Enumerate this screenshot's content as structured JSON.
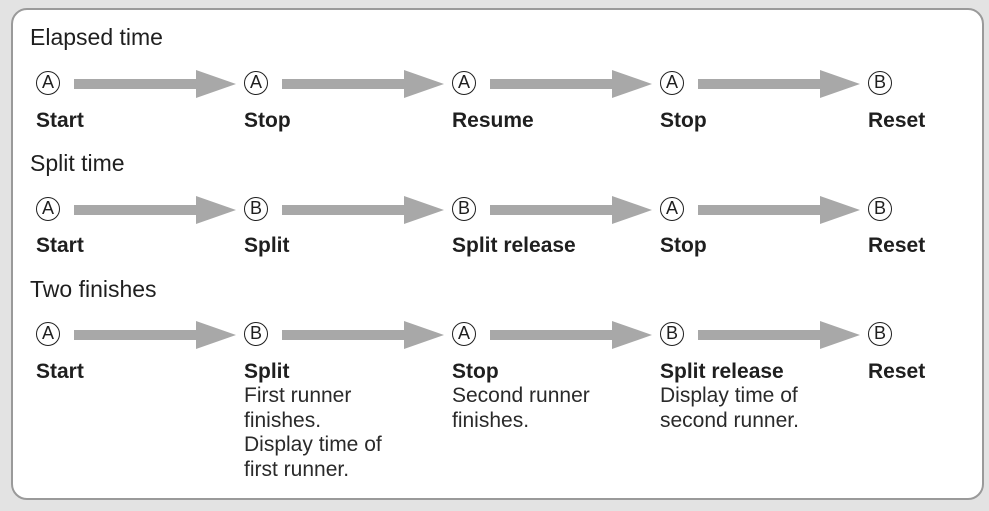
{
  "sections": [
    {
      "title": "Elapsed time",
      "steps": [
        {
          "button": "A",
          "label": "Start"
        },
        {
          "button": "A",
          "label": "Stop"
        },
        {
          "button": "A",
          "label": "Resume"
        },
        {
          "button": "A",
          "label": "Stop"
        },
        {
          "button": "B",
          "label": "Reset"
        }
      ]
    },
    {
      "title": "Split time",
      "steps": [
        {
          "button": "A",
          "label": "Start"
        },
        {
          "button": "B",
          "label": "Split"
        },
        {
          "button": "B",
          "label": "Split release"
        },
        {
          "button": "A",
          "label": "Stop"
        },
        {
          "button": "B",
          "label": "Reset"
        }
      ]
    },
    {
      "title": "Two finishes",
      "steps": [
        {
          "button": "A",
          "label": "Start",
          "note": []
        },
        {
          "button": "B",
          "label": "Split",
          "note": [
            "First runner",
            "finishes.",
            "Display time of",
            "first runner."
          ]
        },
        {
          "button": "A",
          "label": "Stop",
          "note": [
            "Second runner",
            "finishes."
          ]
        },
        {
          "button": "B",
          "label": "Split release",
          "note": [
            "Display time of",
            "second runner."
          ]
        },
        {
          "button": "B",
          "label": "Reset",
          "note": []
        }
      ]
    }
  ]
}
